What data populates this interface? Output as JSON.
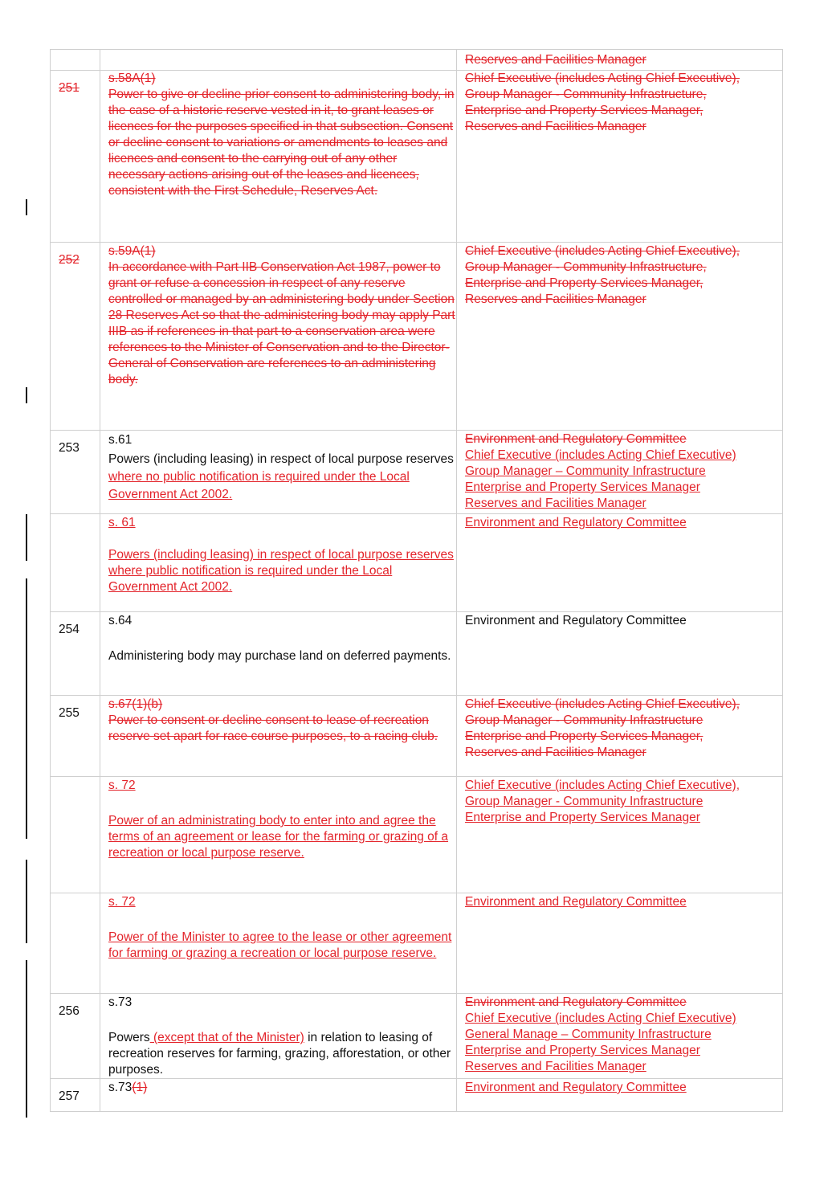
{
  "rows": [
    {
      "num": "",
      "sec": [],
      "desc": [],
      "del": [
        {
          "t": "Reserves and Facilities Manager",
          "s": "del"
        }
      ]
    },
    {
      "num": "251",
      "num_style": "del",
      "sec": [
        {
          "t": "s.58A(1)",
          "s": "del"
        }
      ],
      "desc": [
        {
          "t": "Power to give or decline prior consent to administering body, in the case of a historic reserve vested in it, to grant leases or licences for the purposes specified in that subsection.  Consent or decline consent to variations or amendments to leases and licences and consent to the carrying out of any other necessary actions arising out of the leases and licences, consistent with the First Schedule, Reserves Act.",
          "s": "del"
        }
      ],
      "del": [
        {
          "t": "Chief Executive (includes Acting Chief Executive),",
          "s": "del"
        },
        {
          "t": "Group Manager - Community Infrastructure,",
          "s": "del"
        },
        {
          "t": "Enterprise and Property Services Manager,",
          "s": "del"
        },
        {
          "t": "Reserves and Facilities Manager",
          "s": "del"
        }
      ]
    },
    {
      "num": "252",
      "num_style": "del",
      "sec": [
        {
          "t": "s.59A(1)",
          "s": "del"
        }
      ],
      "desc": [
        {
          "t": "In accordance with Part IIB Conservation Act 1987, power to grant or refuse a concession in respect of any reserve controlled or managed by an administering body under Section 28 Reserves Act so that the administering body may apply Part IIIB as if references in that part to a conservation area were references to the Minister of Conservation and to the Director-General of Conservation are references to an administering body.",
          "s": "del"
        }
      ],
      "del": [
        {
          "t": "Chief Executive (includes Acting Chief Executive),",
          "s": "del"
        },
        {
          "t": "Group Manager - Community Infrastructure,",
          "s": "del"
        },
        {
          "t": "Enterprise and Property Services Manager,",
          "s": "del"
        },
        {
          "t": "Reserves and Facilities Manager",
          "s": "del"
        }
      ]
    },
    {
      "num": "253",
      "num_style": "",
      "sec": [
        {
          "t": "s.61",
          "s": ""
        }
      ],
      "desc": [
        {
          "t": "Powers (including leasing) in respect of local purpose reserves",
          "s": ""
        },
        {
          "t": " where no public notification is required under the Local Government Act 2002. ",
          "s": "ins"
        }
      ],
      "del": [
        {
          "t": "Environment and Regulatory Committee",
          "s": "del"
        },
        {
          "t": "Chief Executive (includes Acting Chief Executive)",
          "s": "ins"
        },
        {
          "t": "Group Manager – Community Infrastructure",
          "s": "ins"
        },
        {
          "t": "Enterprise and Property Services Manager",
          "s": "ins"
        },
        {
          "t": "Reserves and Facilities Manager",
          "s": "ins"
        }
      ]
    },
    {
      "num": "",
      "num_style": "",
      "sec": [
        {
          "t": "s. 61 ",
          "s": "ins"
        }
      ],
      "desc": [
        {
          "t": "Powers (including leasing) in respect of local purpose reserves where public notification is required under the Local Government Act 2002.",
          "s": "ins"
        }
      ],
      "del": [
        {
          "t": "Environment and Regulatory Committee",
          "s": "ins"
        }
      ]
    },
    {
      "num": "254",
      "num_style": "",
      "sec": [
        {
          "t": "s.64",
          "s": ""
        }
      ],
      "desc": [
        {
          "t": "Administering body may purchase land on deferred payments.",
          "s": ""
        }
      ],
      "del": [
        {
          "t": "Environment and Regulatory Committee",
          "s": ""
        }
      ]
    },
    {
      "num": "255",
      "num_style": "",
      "sec": [
        {
          "t": "s.67(1)(b)",
          "s": "del"
        }
      ],
      "desc": [
        {
          "t": "Power to consent or decline consent to lease of recreation reserve set apart for race course purposes, to a racing club.",
          "s": "del"
        }
      ],
      "del": [
        {
          "t": "Chief Executive (includes Acting Chief Executive),",
          "s": "del"
        },
        {
          "t": "Group Manager - Community Infrastructure",
          "s": "del"
        },
        {
          "t": "Enterprise and Property Services Manager,",
          "s": "del"
        },
        {
          "t": "Reserves and Facilities Manager",
          "s": "del"
        }
      ]
    },
    {
      "num": "",
      "num_style": "",
      "sec": [
        {
          "t": "s. 72",
          "s": "ins"
        }
      ],
      "desc": [
        {
          "t": "Power of an administrating body to enter into and agree the terms of an agreement or lease for the farming or grazing of a recreation or local purpose reserve. ",
          "s": "ins"
        }
      ],
      "del": [
        {
          "t": "Chief Executive (includes Acting Chief Executive),",
          "s": "ins"
        },
        {
          "t": "Group Manager - Community Infrastructure",
          "s": "ins"
        },
        {
          "t": "Enterprise and Property Services Manager",
          "s": "ins"
        }
      ]
    },
    {
      "num": "",
      "num_style": "",
      "sec": [
        {
          "t": "s. 72",
          "s": "ins"
        }
      ],
      "desc": [
        {
          "t": "Power of the Minister to agree to the lease or other agreement for farming or grazing a recreation or local purpose reserve.",
          "s": "ins"
        }
      ],
      "del": [
        {
          "t": "Environment and Regulatory Committee",
          "s": "ins"
        }
      ]
    },
    {
      "num": "256",
      "num_style": "",
      "sec": [
        {
          "t": "s.73",
          "s": ""
        }
      ],
      "desc": [
        {
          "t": "Powers",
          "s": ""
        },
        {
          "t": " (except that of the Minister)",
          "s": "ins"
        },
        {
          "t": " in relation to leasing of recreation reserves for farming, grazing, afforestation, or other purposes.",
          "s": ""
        }
      ],
      "del": [
        {
          "t": "Environment and Regulatory Committee",
          "s": "del"
        },
        {
          "t": "Chief Executive (includes Acting Chief Executive)",
          "s": "ins"
        },
        {
          "t": "General Manage – Community Infrastructure",
          "s": "ins"
        },
        {
          "t": "Enterprise and Property Services Manager",
          "s": "ins"
        },
        {
          "t": "Reserves and Facilities Manager",
          "s": "ins"
        }
      ]
    },
    {
      "num": "257",
      "num_style": "",
      "sec": [
        {
          "t": "s.73",
          "s": ""
        },
        {
          "t": "(1)",
          "s": "del"
        }
      ],
      "desc": [],
      "del": [
        {
          "t": "Environment and Regulatory Committee",
          "s": "ins"
        }
      ]
    }
  ]
}
